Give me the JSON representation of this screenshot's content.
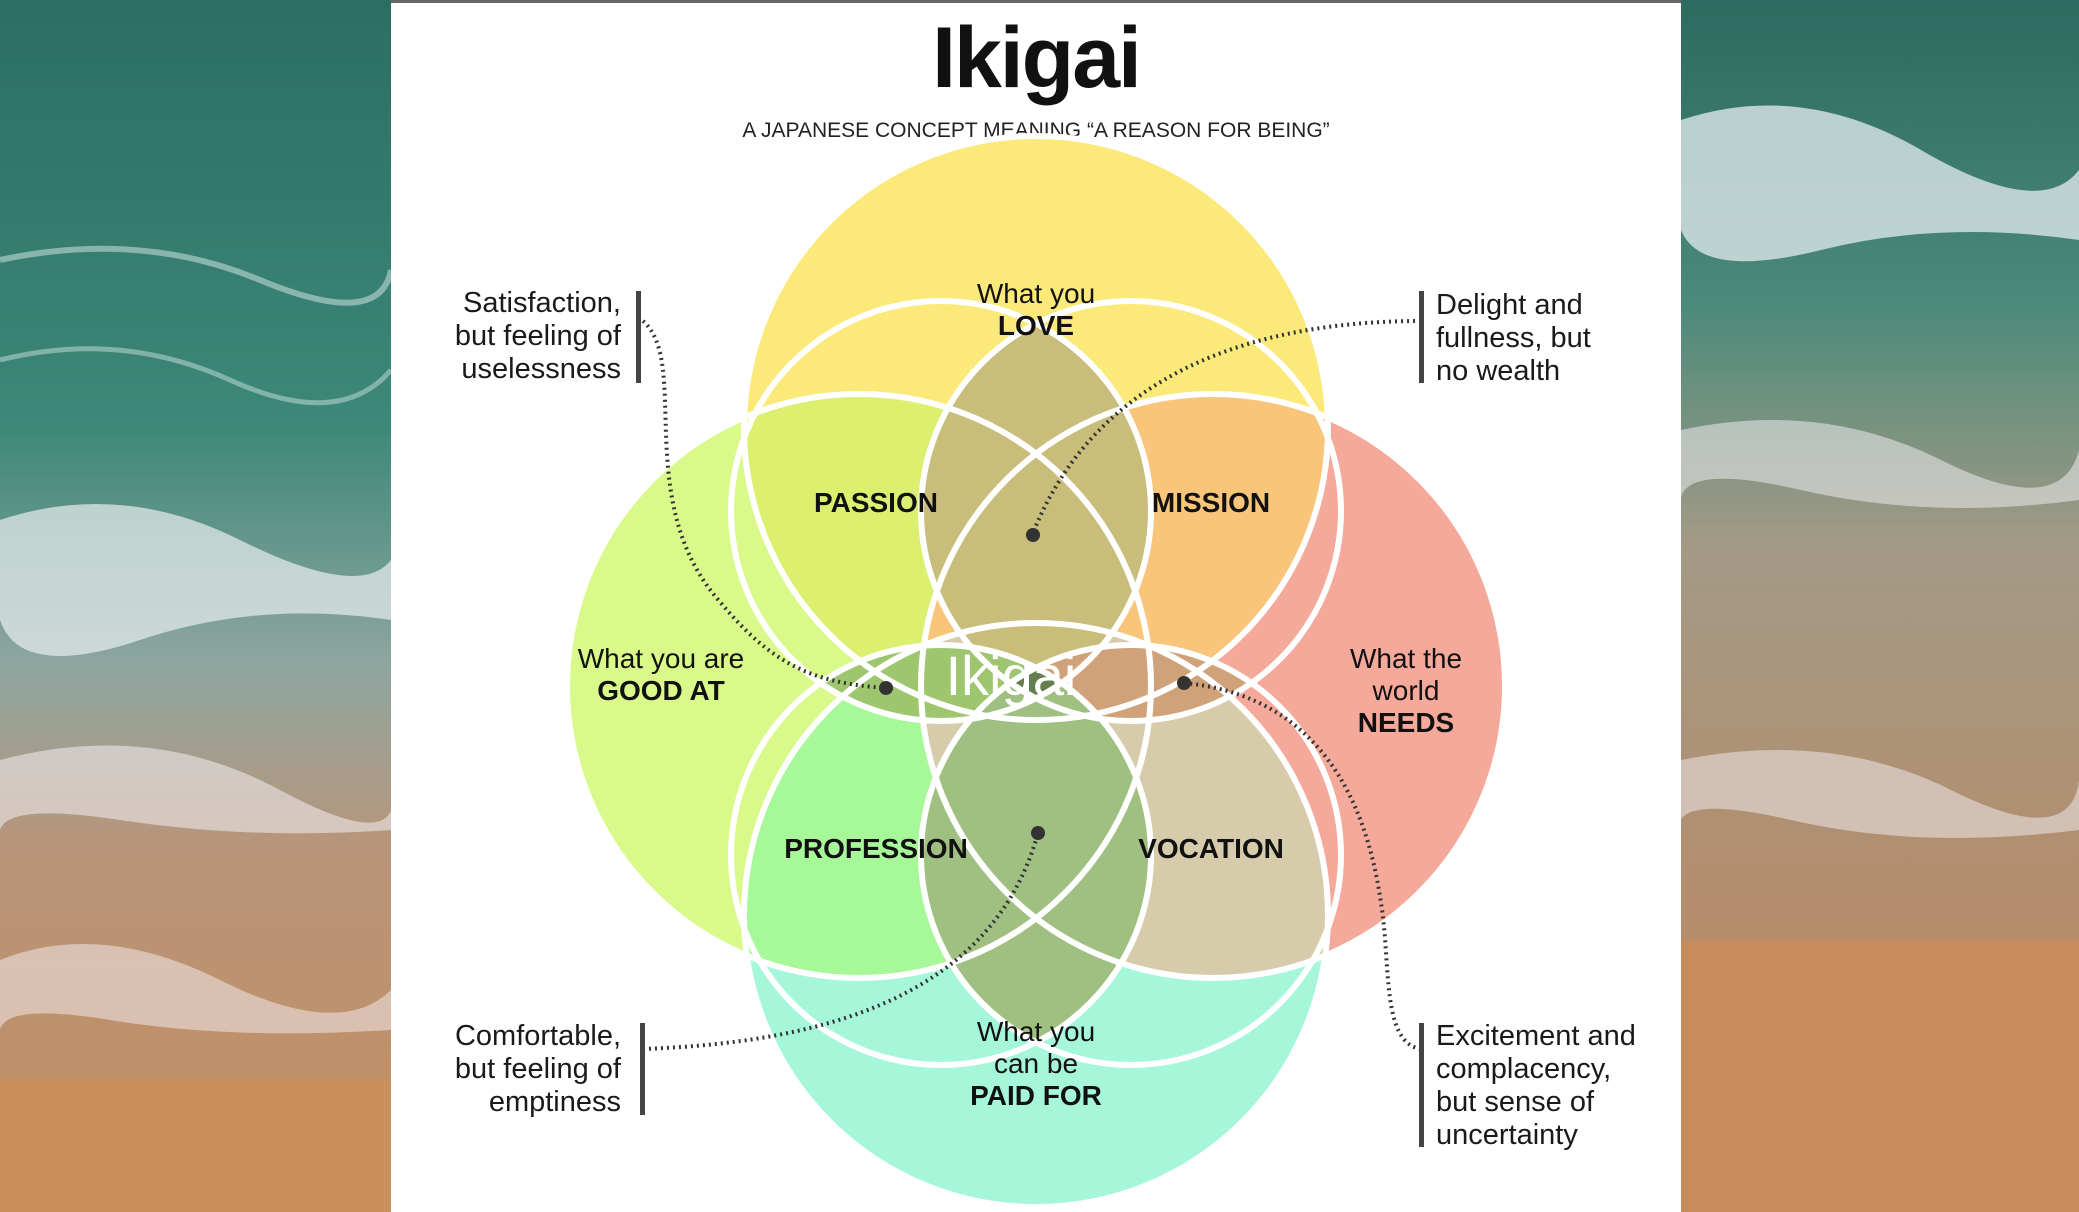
{
  "header": {
    "title": "Ikigai",
    "subtitle": "A JAPANESE CONCEPT MEANING “A REASON FOR BEING”"
  },
  "circles": {
    "love": {
      "line1": "What you",
      "bold": "LOVE",
      "color": "#fbe97a"
    },
    "good_at": {
      "line1": "What you are",
      "bold": "GOOD AT",
      "color": "#d9f98a"
    },
    "needs": {
      "line1": "What the",
      "line2": "world",
      "bold": "NEEDS",
      "color": "#f5a99a"
    },
    "paid_for": {
      "line1": "What you",
      "line2": "can be",
      "bold": "PAID FOR",
      "color": "#a6f7d9"
    }
  },
  "overlaps": {
    "passion": "PASSION",
    "mission": "MISSION",
    "profession": "PROFESSION",
    "vocation": "VOCATION",
    "center": "Ikigai"
  },
  "notes": {
    "top_left": [
      "Satisfaction,",
      "but feeling of",
      "uselessness"
    ],
    "top_right": [
      "Delight and",
      "fullness, but",
      "no wealth"
    ],
    "bottom_left": [
      "Comfortable,",
      "but feeling of",
      "emptiness"
    ],
    "bottom_right": [
      "Excitement and",
      "complacency,",
      "but sense of",
      "uncertainty"
    ]
  },
  "colors": {
    "passion": "#dcef6e",
    "mission": "#f8c57a",
    "profession": "#a7f899",
    "vocation": "#d6cbaa",
    "center": "#637f50",
    "lens_top": "#c9bd7c",
    "lens_left": "#9ec66f",
    "lens_right": "#cfa27a",
    "lens_bottom": "#a0c082"
  }
}
